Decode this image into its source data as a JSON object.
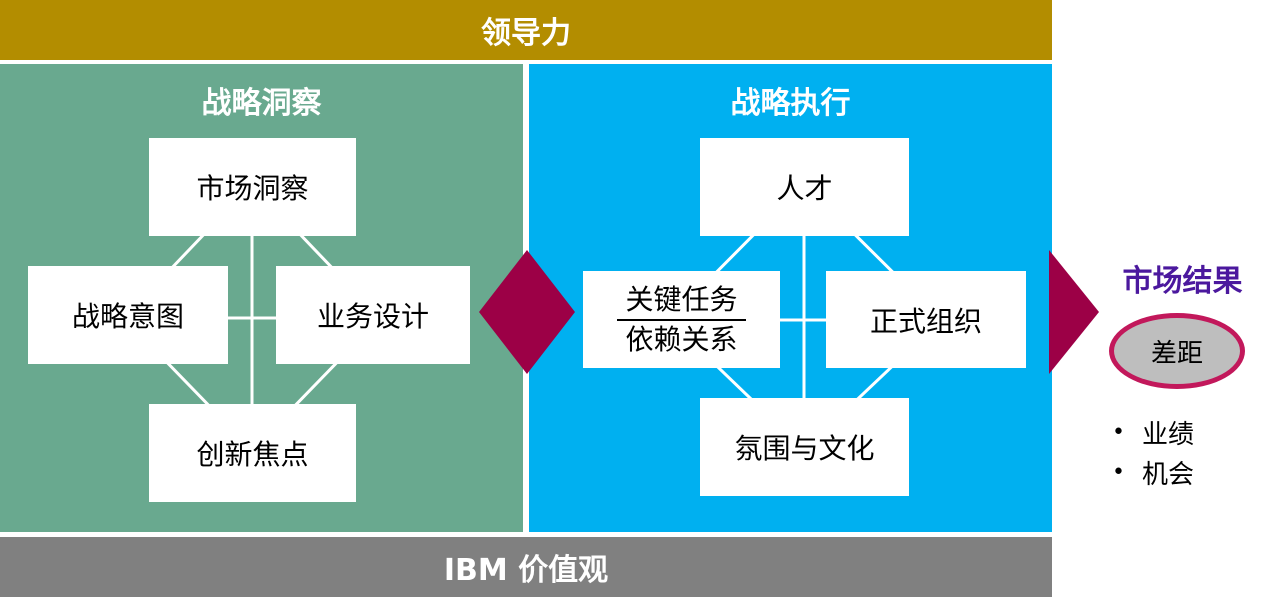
{
  "header": {
    "label": "领导力"
  },
  "footer": {
    "label": "IBM 价值观"
  },
  "insight": {
    "title": "战略洞察",
    "boxes": {
      "top": "市场洞察",
      "left": "战略意图",
      "right": "业务设计",
      "bottom": "创新焦点"
    }
  },
  "execution": {
    "title": "战略执行",
    "boxes": {
      "top": "人才",
      "left_upper": "关键任务",
      "left_lower": "依赖关系",
      "right": "正式组织",
      "bottom": "氛围与文化"
    }
  },
  "results": {
    "title": "市场结果",
    "gap": "差距",
    "items": [
      "业绩",
      "机会"
    ]
  },
  "colors": {
    "header_band": "#B38D00",
    "footer_band": "#808080",
    "insight_panel": "#69A98F",
    "execution_panel": "#00B0F0",
    "diamond": "#9C0046",
    "arrow": "#9C0046",
    "results_title": "#4B189E",
    "gap_border": "#C2185B",
    "gap_fill": "#BEBEBE"
  }
}
